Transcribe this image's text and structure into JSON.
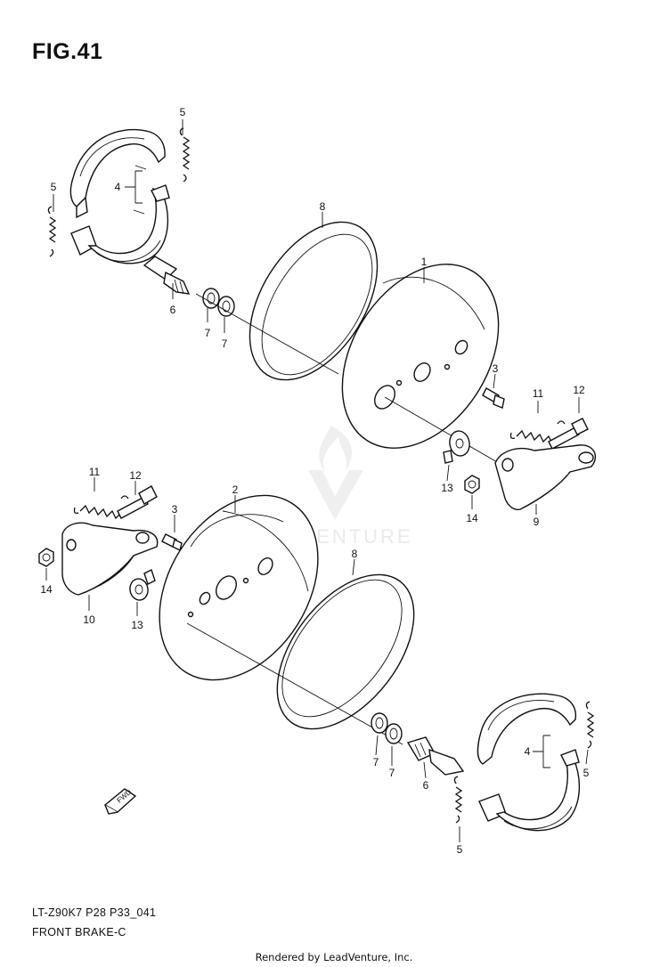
{
  "figure": {
    "title": "FIG.41",
    "code": "LT-Z90K7  P28  P33_041",
    "name": "FRONT BRAKE-C",
    "rendered_by": "Rendered by LeadVenture, Inc.",
    "watermark": "LEADVENTURE"
  },
  "callouts": {
    "c1": "1",
    "c2": "2",
    "c3a": "3",
    "c3b": "3",
    "c4a": "4",
    "c4b": "4",
    "c5a": "5",
    "c5b": "5",
    "c5c": "5",
    "c5d": "5",
    "c6a": "6",
    "c6b": "6",
    "c7a": "7",
    "c7b": "7",
    "c7c": "7",
    "c7d": "7",
    "c8a": "8",
    "c8b": "8",
    "c9": "9",
    "c10": "10",
    "c11a": "11",
    "c11b": "11",
    "c12a": "12",
    "c12b": "12",
    "c13a": "13",
    "c13b": "13",
    "c14a": "14",
    "c14b": "14"
  },
  "fwd_label": "FWD"
}
